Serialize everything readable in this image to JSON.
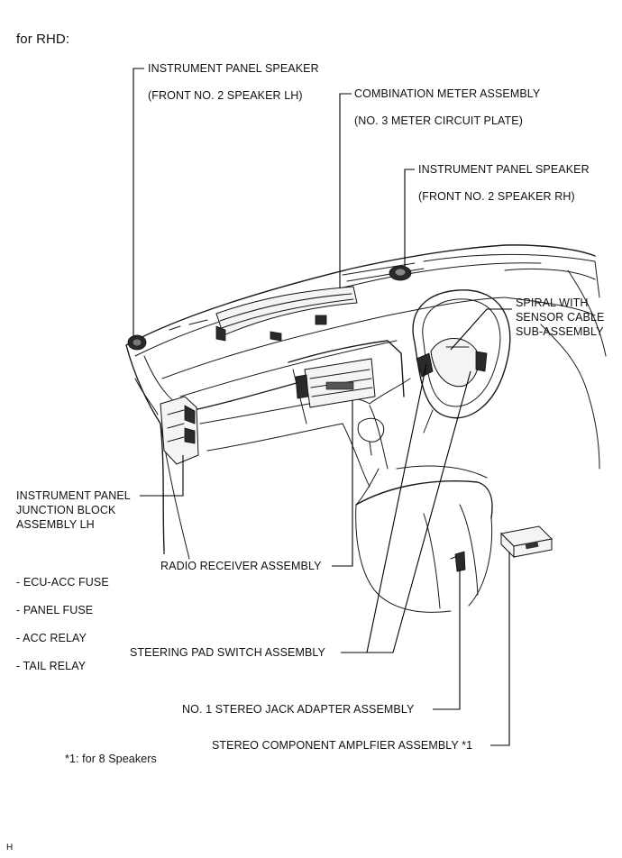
{
  "heading": "for RHD:",
  "labels": {
    "ip_speaker_lh_1": "INSTRUMENT PANEL SPEAKER",
    "ip_speaker_lh_2": "(FRONT NO. 2 SPEAKER LH)",
    "combination_meter_1": "COMBINATION METER ASSEMBLY",
    "combination_meter_2": "(NO. 3 METER CIRCUIT PLATE)",
    "ip_speaker_rh_1": "INSTRUMENT PANEL SPEAKER",
    "ip_speaker_rh_2": "(FRONT NO. 2 SPEAKER RH)",
    "spiral_1": "SPIRAL WITH",
    "spiral_2": "SENSOR CABLE",
    "spiral_3": "SUB-ASSEMBLY",
    "junction_block_1": "INSTRUMENT PANEL",
    "junction_block_2": "JUNCTION BLOCK",
    "junction_block_3": "ASSEMBLY LH",
    "radio_receiver": "RADIO RECEIVER ASSEMBLY",
    "fuse_items": [
      "- ECU-ACC FUSE",
      "- PANEL FUSE",
      "- ACC RELAY",
      "- TAIL RELAY"
    ],
    "steering_pad_switch": "STEERING PAD SWITCH ASSEMBLY",
    "stereo_jack_adapter": "NO. 1 STEREO JACK ADAPTER ASSEMBLY",
    "stereo_amplifier": "STEREO COMPONENT AMPLFIER ASSEMBLY *1",
    "footnote": "*1: for 8 Speakers",
    "corner_mark": "H"
  }
}
